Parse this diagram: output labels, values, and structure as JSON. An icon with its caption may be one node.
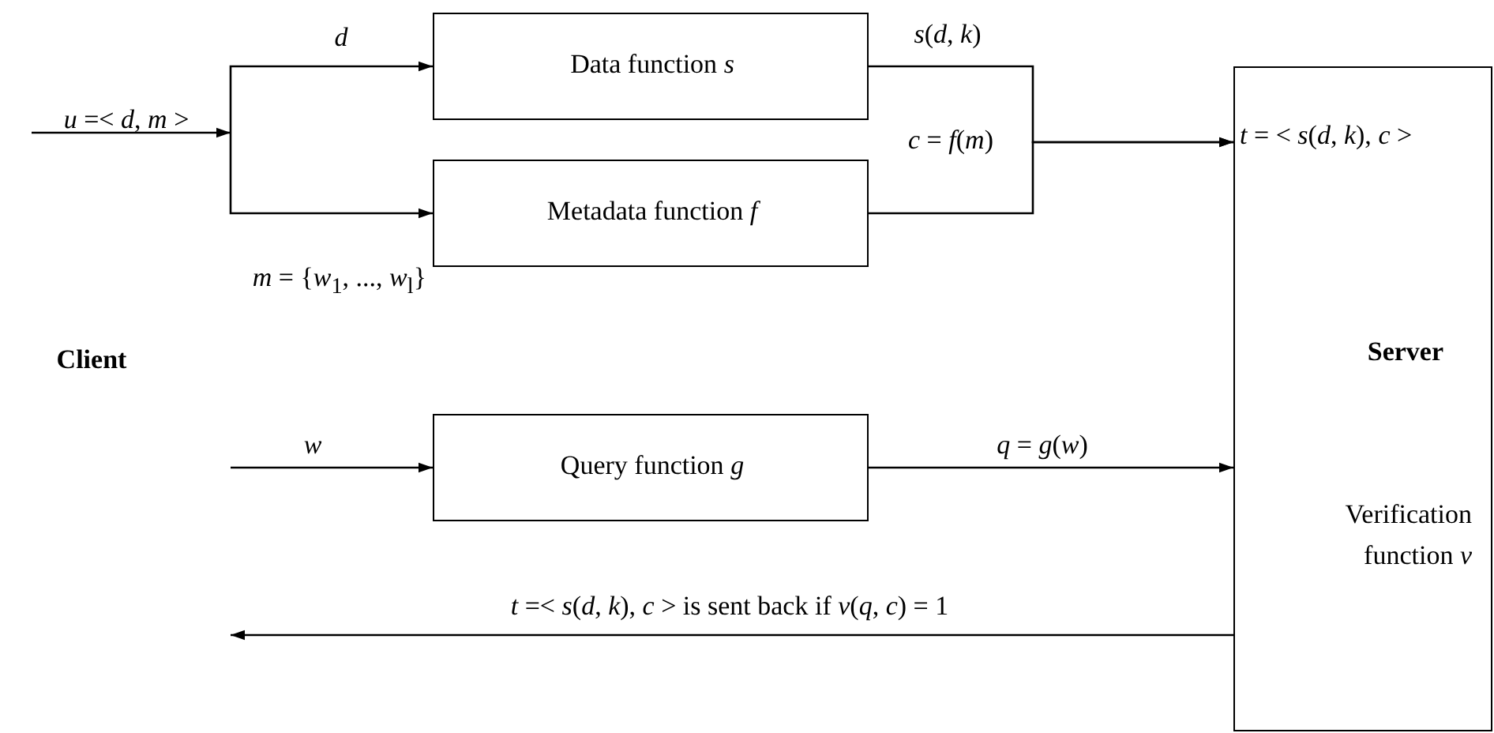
{
  "diagram": {
    "nodes": [
      {
        "text": [
          "Data function *s*"
        ]
      },
      {
        "text": [
          "Metadata function *f*"
        ]
      },
      {
        "text": [
          "*t* = < *s*(*d*, *k*), *c* >",
          "Server",
          "Verification function *v*"
        ]
      },
      {
        "text": [
          "Query function *g*"
        ]
      }
    ],
    "edges": [
      {
        "from": null,
        "to": 0,
        "arrow": "to",
        "label": "*d*"
      },
      {
        "from": null,
        "to": 1,
        "arrow": "to",
        "label": "*m* = {*w*$_{1}$, ..., *w*$_{l}$}"
      },
      {
        "from": 0,
        "to": 2,
        "arrow": "to",
        "label": "*s*(*d*, *k*)"
      },
      {
        "from": 1,
        "to": 2,
        "arrow": "to",
        "label": "*c* = *f*(*m*)"
      },
      {
        "from": null,
        "to": 3,
        "arrow": "to",
        "label": "*w*"
      },
      {
        "from": 3,
        "to": 2,
        "arrow": "to",
        "label": "*q* = *g*(*w*)"
      },
      {
        "from": 2,
        "to": null,
        "arrow": "to",
        "label": "*t* =< *s*(*d*, *k*), *c* > is sent back if *v*(*q*, *c*) = 1"
      }
    ],
    "labels": [
      "*u* =< *d*, *m* >",
      "Client"
    ]
  }
}
